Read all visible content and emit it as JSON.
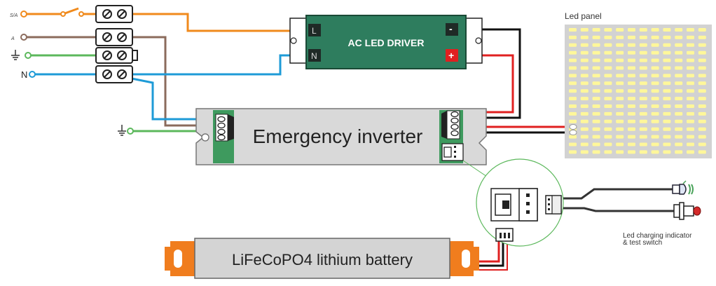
{
  "terminals": {
    "sa": "S/A",
    "a": "A",
    "n": "N"
  },
  "driver": {
    "title": "AC LED DRIVER",
    "l_label": "L",
    "n_label": "N",
    "neg_label": "-",
    "pos_label": "+"
  },
  "inverter": {
    "label": "Emergency inverter"
  },
  "battery": {
    "label": "LiFeCoPO4 lithium battery"
  },
  "panel": {
    "label": "Led panel"
  },
  "indicator": {
    "label_line1": "Led charging indicator",
    "label_line2": "& test switch"
  },
  "colors": {
    "live": "#f08a1c",
    "neutral_blue": "#1e9bd7",
    "earth": "#5cb85c",
    "brown": "#8b6b5c",
    "positive": "#e02020",
    "negative": "#111111",
    "driver_body": "#2e7d5e",
    "inverter_body": "#d9d9d9",
    "battery_body": "#d4d4d4",
    "battery_cap": "#f07d1e",
    "led_cell": "#fff79a",
    "panel_bg": "#d2d2d2"
  }
}
